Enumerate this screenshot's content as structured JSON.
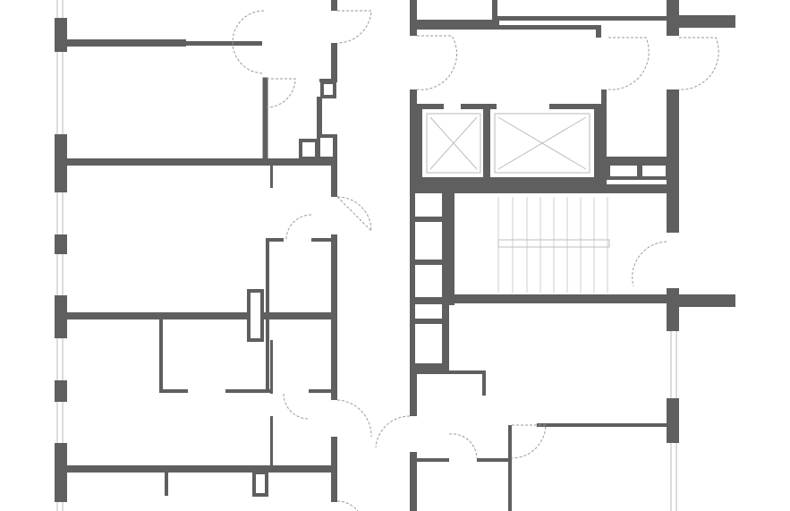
{
  "drawing": {
    "kind": "floor-plan",
    "colors": {
      "wall": "#5f5f5f",
      "background": "#ffffff",
      "door_swing": "#9a9a9a",
      "glazing": "#b9b9b9"
    },
    "elements": [
      "exterior-wall-west",
      "partition-walls",
      "corridor",
      "elevator-shafts",
      "staircase",
      "door-swings"
    ]
  }
}
